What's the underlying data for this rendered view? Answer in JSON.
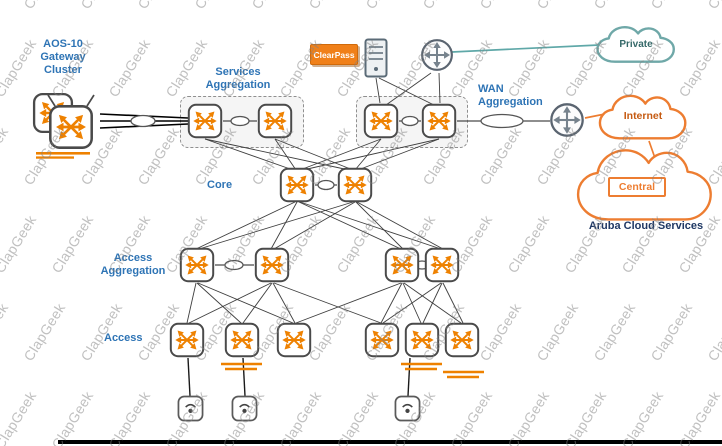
{
  "diagram": {
    "watermark": "ClapGeek",
    "zones": {
      "gateway_cluster": "AOS-10 Gateway Cluster",
      "services_aggregation": "Services Aggregation",
      "wan_aggregation": "WAN Aggregation",
      "core": "Core",
      "access_aggregation": "Access Aggregation",
      "access": "Access"
    },
    "nodes": {
      "clearpass": "ClearPass",
      "central": "Central"
    },
    "clouds": {
      "private": "Private",
      "internet": "Internet",
      "aruba_cloud_services": "Aruba Cloud Services"
    },
    "icons": {
      "switch": "rounded-square-with-orange-crossed-arrows",
      "router": "circle-with-cross-arrows",
      "gateway_cluster": "two-stacked-squares-with-antennas-and-orange-underline",
      "access_point": "rounded-square-with-wifi-dot",
      "server": "rack-server",
      "cloud": "cloud-outline",
      "lag_link": "ellipse-on-link-line"
    },
    "colors": {
      "accent_orange": "#EE8100",
      "cloud_orange": "#ED7D31",
      "label_blue": "#2E74B5",
      "navy_text": "#1F3864",
      "teal_line": "#5FA8A8",
      "internet_text": "#C55A11",
      "line_gray": "#3F3F3F",
      "watermark_gray": "#8C8C8C"
    }
  }
}
